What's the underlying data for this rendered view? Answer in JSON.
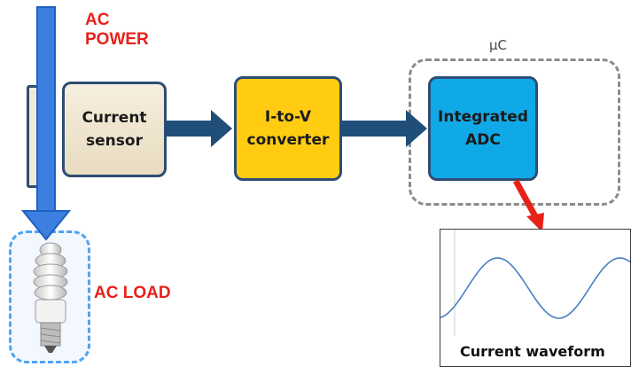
{
  "labels": {
    "ac_power_line1": "AC",
    "ac_power_line2": "POWER",
    "ac_load": "AC LOAD",
    "microcontroller": "μC"
  },
  "blocks": {
    "current_sensor": {
      "line1": "Current",
      "line2": "sensor"
    },
    "i_to_v_converter": {
      "line1": "I-to-V",
      "line2": "converter"
    },
    "integrated_adc": {
      "line1": "Integrated",
      "line2": "ADC"
    }
  },
  "waveform": {
    "label": "Current waveform"
  },
  "colors": {
    "arrow_dark_blue": "#1f4e79",
    "power_arrow_blue": "#3d7fe0",
    "label_red": "#e8211a",
    "converter_yellow": "#ffcc11",
    "adc_blue": "#10a9e8",
    "sensor_beige": "#f1eada"
  }
}
